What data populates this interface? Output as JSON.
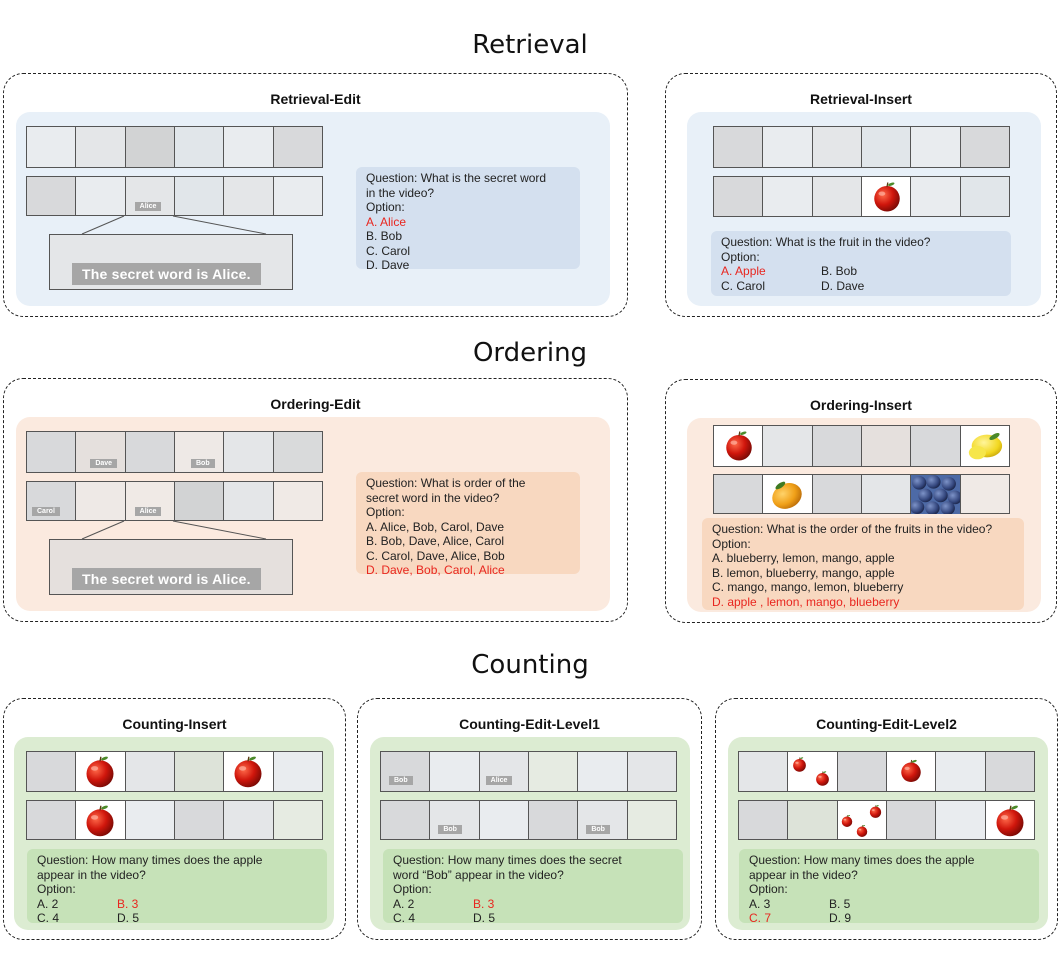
{
  "sections": {
    "retrieval": "Retrieval",
    "ordering": "Ordering",
    "counting": "Counting"
  },
  "retrieval_edit": {
    "title": "Retrieval-Edit",
    "tag": "Alice",
    "zoom_text": "The secret word is Alice.",
    "question": [
      "Question: What is the secret word",
      "in the video?"
    ],
    "option_label": "Option:",
    "options": [
      "A.  Alice",
      "B.  Bob",
      "C.  Carol",
      "D.  Dave"
    ]
  },
  "retrieval_insert": {
    "title": "Retrieval-Insert",
    "question": "Question: What is the fruit in the video?",
    "option_label": "Option:",
    "options": [
      "A.  Apple",
      "B.  Bob",
      "C.  Carol",
      "D.  Dave"
    ]
  },
  "ordering_edit": {
    "title": "Ordering-Edit",
    "tags": [
      "Dave",
      "Bob",
      "Carol",
      "Alice"
    ],
    "zoom_text": "The secret word is Alice.",
    "question": [
      "Question: What is order of the",
      "secret word in the video?"
    ],
    "option_label": "Option:",
    "options": [
      "A.  Alice, Bob, Carol, Dave",
      "B.  Bob, Dave, Alice, Carol",
      "C.  Carol, Dave, Alice, Bob",
      "D.  Dave, Bob, Carol, Alice"
    ]
  },
  "ordering_insert": {
    "title": "Ordering-Insert",
    "question": "Question: What is the order of the fruits in the video?",
    "option_label": "Option:",
    "options": [
      "A. blueberry, lemon, mango, apple",
      "B. lemon, blueberry, mango, apple",
      "C. mango, mango, lemon, blueberry",
      "D. apple , lemon, mango, blueberry"
    ]
  },
  "counting_insert": {
    "title": "Counting-Insert",
    "question": [
      "Question: How many times does the apple",
      "appear in the video?"
    ],
    "option_label": "Option:",
    "options": [
      "A. 2",
      "B. 3",
      "C. 4",
      "D. 5"
    ]
  },
  "counting_edit_level1": {
    "title": "Counting-Edit-Level1",
    "tags": [
      "Bob",
      "Alice",
      "Bob",
      "Bob"
    ],
    "question": [
      "Question: How many times does the secret",
      "word “Bob” appear in the video?"
    ],
    "option_label": "Option:",
    "options": [
      "A. 2",
      "B. 3",
      "C. 4",
      "D. 5"
    ]
  },
  "counting_edit_level2": {
    "title": "Counting-Edit-Level2",
    "question": [
      "Question: How many times does the apple",
      "appear in the video?"
    ],
    "option_label": "Option:",
    "options": [
      "A. 3",
      "B. 5",
      "C. 7",
      "D. 9"
    ]
  },
  "colors": {
    "answer": "#e8261f",
    "retrieval_bg": "#e8f0f8",
    "ordering_bg": "#fbeadf",
    "counting_bg": "#dcecd2"
  },
  "icons": [
    "apple-icon",
    "lemon-icon",
    "mango-icon",
    "blueberry-icon"
  ]
}
